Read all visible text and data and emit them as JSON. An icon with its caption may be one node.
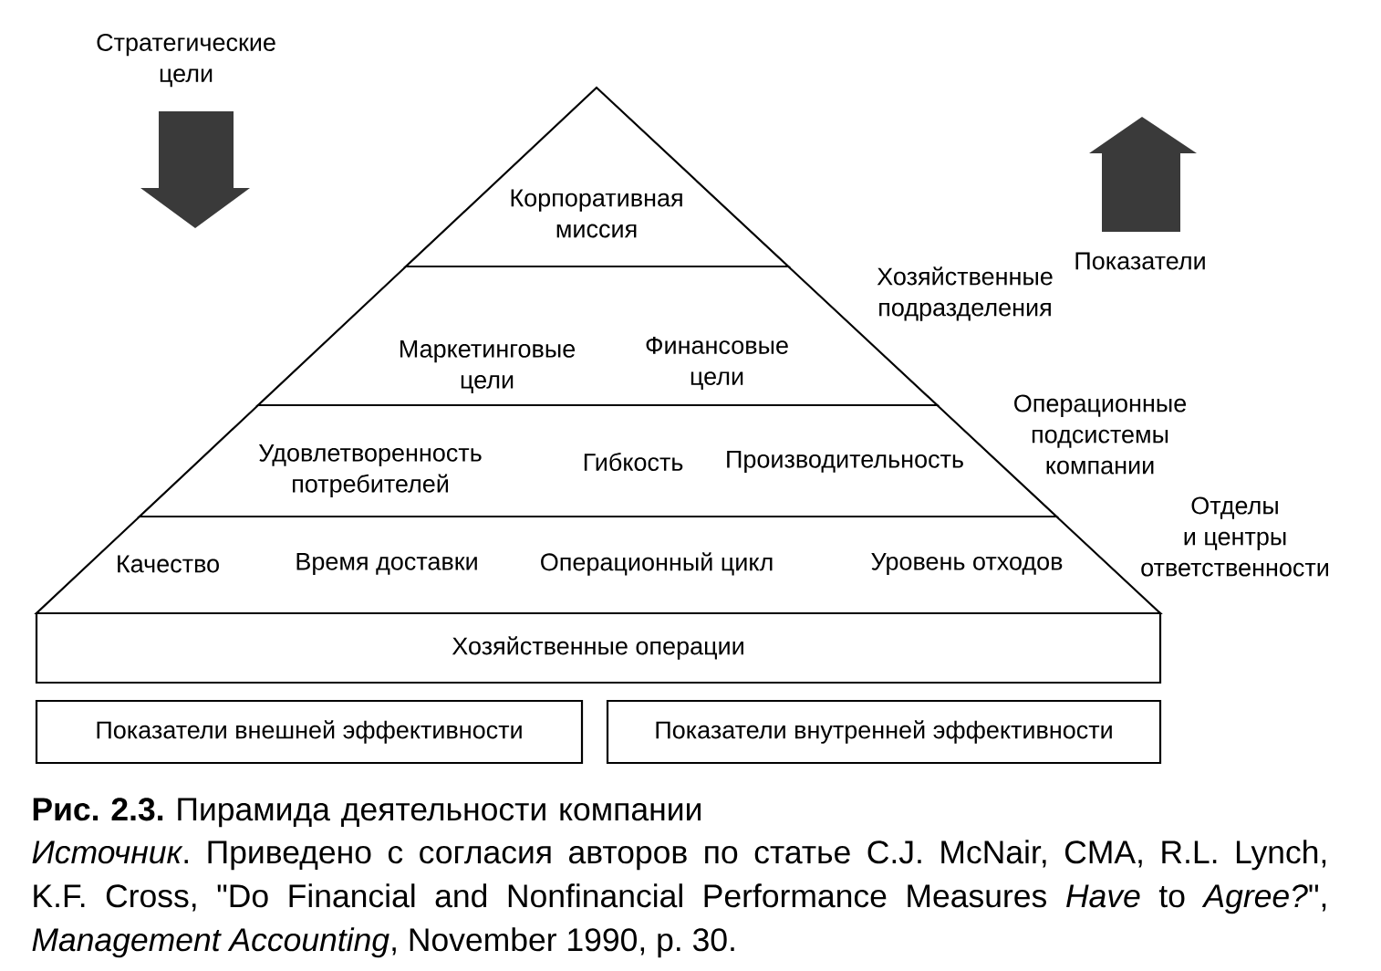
{
  "diagram": {
    "caption": "**Рис. 2.3.** Пирамида деятельности компании",
    "nodes": [
      {
        "text": [
          "Корпоративная миссия"
        ]
      },
      {
        "text": [
          "Маркетинговые цели",
          "Финансовые цели"
        ],
        "beside": [
          "Хозяйственные подразделения"
        ]
      },
      {
        "text": [
          "Удовлетворенность потребителей",
          "Гибкость",
          "Производительность"
        ],
        "beside": [
          "Операционные подсистемы компании"
        ]
      },
      {
        "text": [
          "Качество",
          "Время доставки",
          "Операционный цикл",
          "Уровень отходов"
        ],
        "beside": [
          "Отделы и центры ответственности"
        ]
      },
      {
        "text": [
          "Хозяйственные операции"
        ]
      },
      {
        "text": [
          "Показатели внешней эффективности"
        ]
      },
      {
        "text": [
          "Показатели внутренней эффективности"
        ]
      }
    ],
    "labels": [
      "Стратегические цели",
      "Показатели",
      "*Источник*. Приведено с согласия авторов по статье C.J. McNair, CMA, R.L. Lynch, K.F. Cross, \"Do Financial and Nonfinancial Performance Measures *Have* to *Agree?*\", *Management Accounting*, November 1990, p. 30."
    ]
  }
}
